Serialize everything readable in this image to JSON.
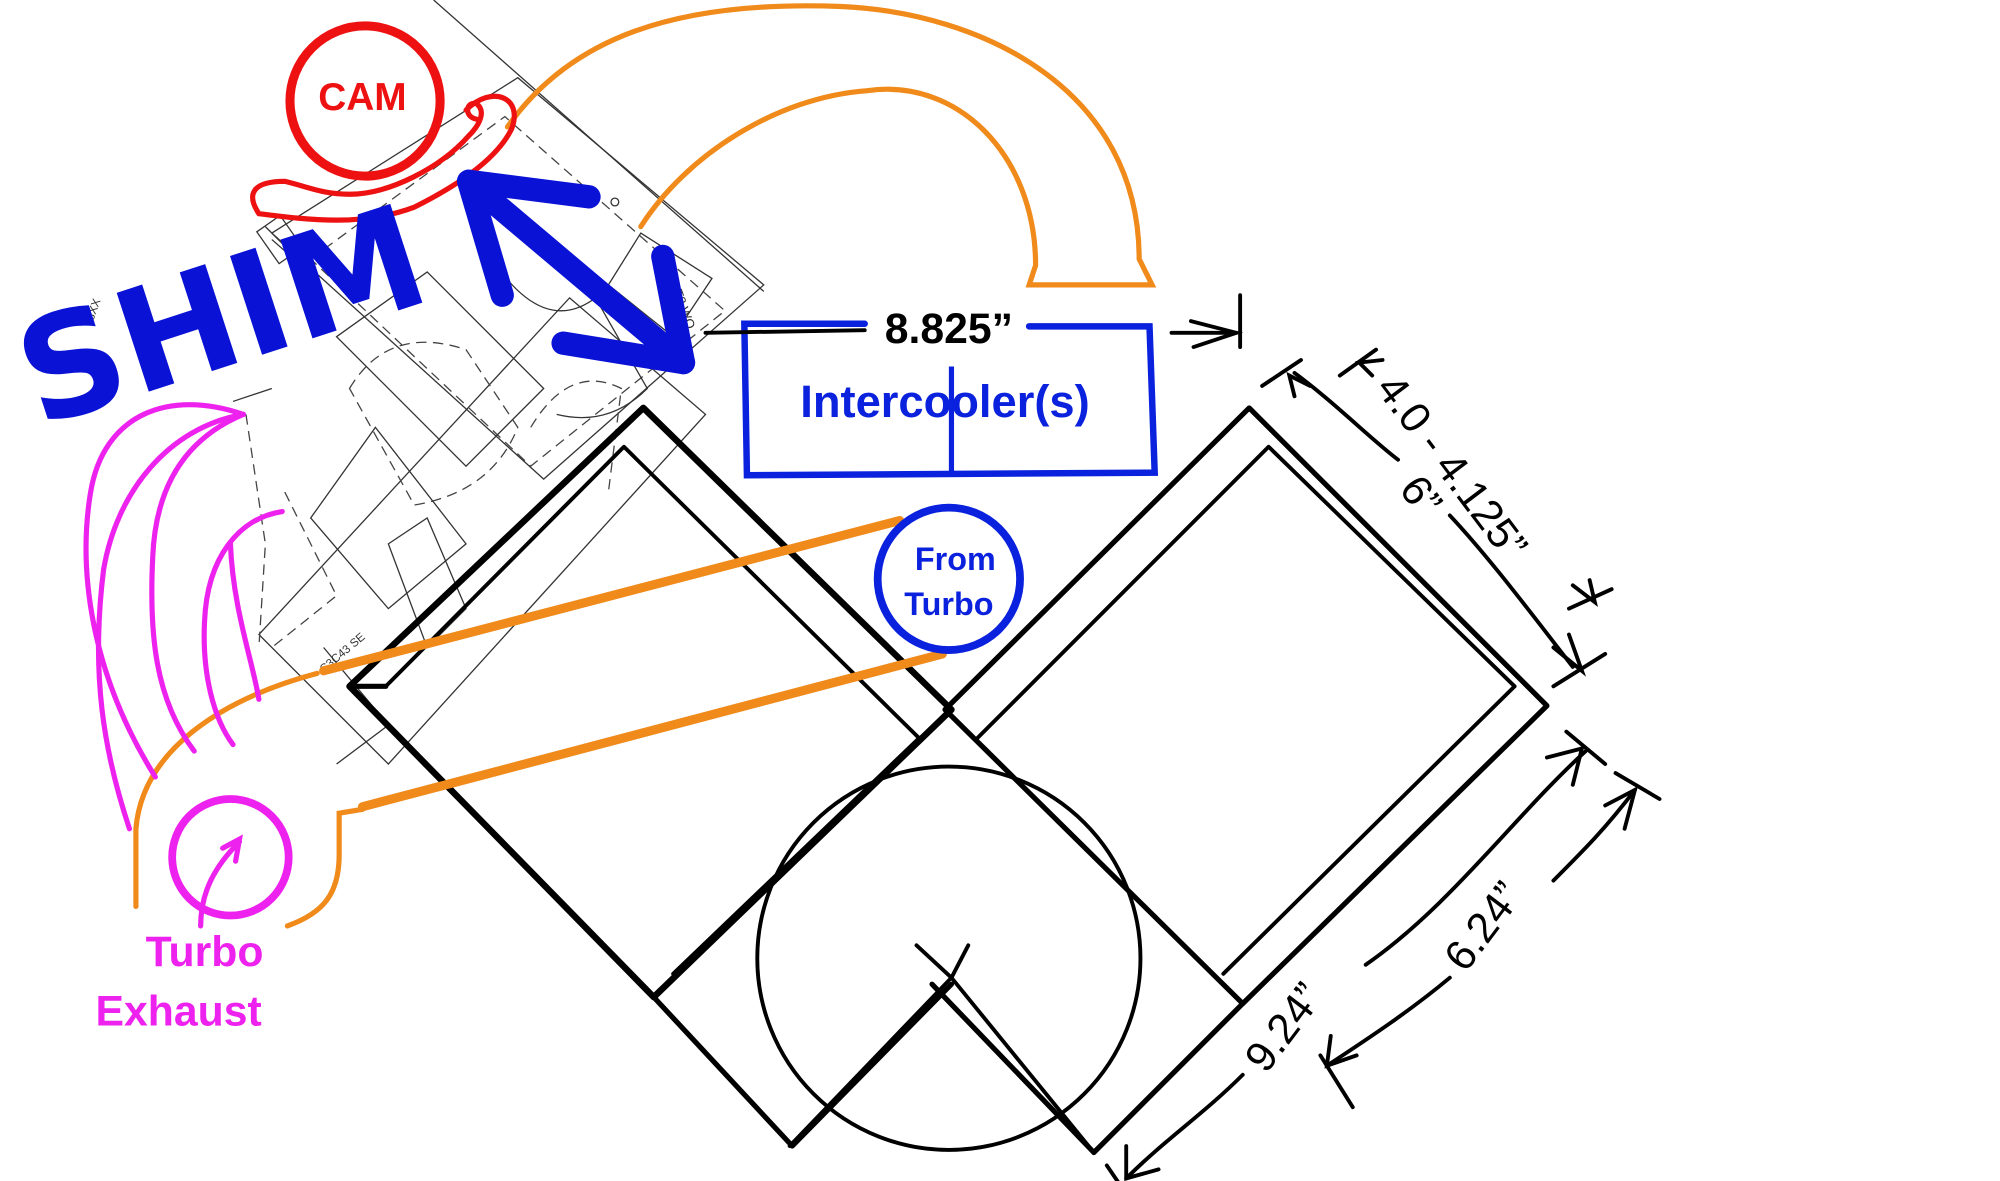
{
  "title": "Engine layout sketch — intercooler and turbo placement",
  "colors": {
    "cam": "#ee1111",
    "shim": "#0a12d6",
    "intercooler": "#0a22dd",
    "from_turbo": "#0a22dd",
    "pipe": "#f08a1a",
    "exhaust": "#ee22ee",
    "dimension": "#000000"
  },
  "labels": {
    "cam": "CAM",
    "shim": "SHIM",
    "intercooler": "Intercooler(s)",
    "from_turbo_line1": "From",
    "from_turbo_line2": "Turbo",
    "turbo_exhaust_line1": "Turbo",
    "turbo_exhaust_line2": "Exhaust"
  },
  "dimensions": {
    "intercooler_width": "8.825”",
    "head_depth_range": "4.0 - 4.125”",
    "head_depth": "6”",
    "bank_height_inner": "6.24”",
    "bank_height_outer": "9.24”"
  }
}
